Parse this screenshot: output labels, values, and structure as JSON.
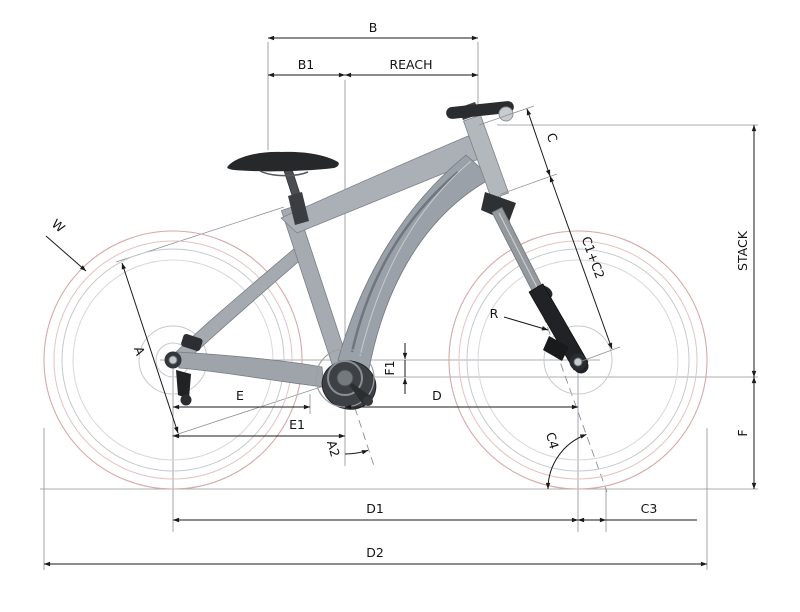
{
  "diagram": {
    "type": "bicycle-geometry-technical-drawing",
    "labels": {
      "b": "B",
      "b1": "B1",
      "reach": "REACH",
      "c": "C",
      "c1_c2": "C1+C2",
      "stack": "STACK",
      "r": "R",
      "w": "W",
      "a": "A",
      "e": "E",
      "e1": "E1",
      "f1": "F1",
      "d": "D",
      "a2": "A2",
      "c4": "C4",
      "f": "F",
      "d1": "D1",
      "c3": "C3",
      "d2": "D2"
    },
    "colors": {
      "dimension_lines": "#1a1a1a",
      "extension_lines": "#8b9096",
      "tire_outline": "#d9a8a8",
      "rim_outline": "#c6c9cc",
      "frame_gray": "#a7adb3",
      "dark_parts": "#232527",
      "background": "#ffffff"
    }
  }
}
